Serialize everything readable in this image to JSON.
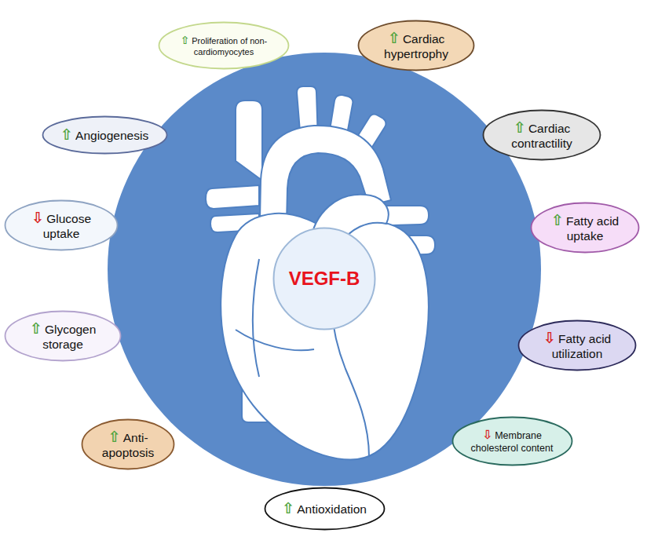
{
  "diagram": {
    "nodes": [
      {
        "text": [
          "⇧",
          "Proliferation of non-cardiomyocytes"
        ]
      },
      {
        "text": [
          "⇧",
          "Cardiac hypertrophy"
        ]
      },
      {
        "text": [
          "⇧",
          "Angiogenesis"
        ]
      },
      {
        "text": [
          "⇧",
          "Cardiac contractility"
        ]
      },
      {
        "text": [
          "⇩",
          "Glucose uptake"
        ]
      },
      {
        "text": [
          "⇧",
          "Fatty acid uptake"
        ]
      },
      {
        "text": [
          "VEGF-B"
        ]
      },
      {
        "text": [
          "⇧",
          "Glycogen storage"
        ]
      },
      {
        "text": [
          "⇩",
          "Fatty acid utilization"
        ]
      },
      {
        "text": [
          "⇩",
          "Membrane cholesterol content"
        ]
      },
      {
        "text": [
          "⇧",
          "Anti-apoptosis"
        ]
      },
      {
        "text": [
          "⇧",
          "Antioxidation"
        ]
      }
    ]
  }
}
